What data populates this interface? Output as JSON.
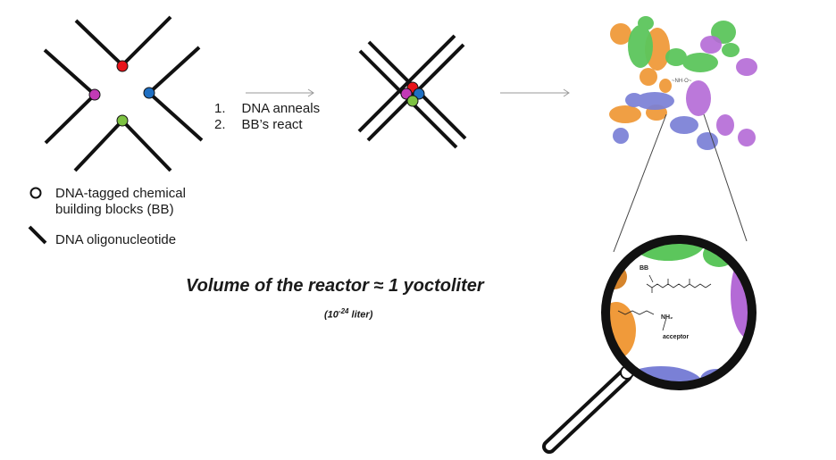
{
  "steps": [
    {
      "num": "1.",
      "text": "DNA anneals"
    },
    {
      "num": "2.",
      "text": "BB’s react"
    }
  ],
  "legend": {
    "building_blocks": "DNA-tagged chemical building blocks (BB)",
    "oligo": "DNA oligonucleotide"
  },
  "volume_text": "Volume of the reactor ≈ 1 yoctoliter",
  "liter_base": "(10",
  "liter_exp": "-24",
  "liter_suffix": " liter)",
  "zoom_labels": {
    "bb": "BB",
    "acceptor": "acceptor",
    "nh2": "NH₂"
  },
  "colors": {
    "red": "#e8141b",
    "magenta": "#c23ab6",
    "blue": "#1f6fc2",
    "green": "#7dc242",
    "orange": "#f09a3a",
    "protein_green": "#5cc65c",
    "purple": "#b46ad6",
    "slate": "#7a80d6"
  }
}
